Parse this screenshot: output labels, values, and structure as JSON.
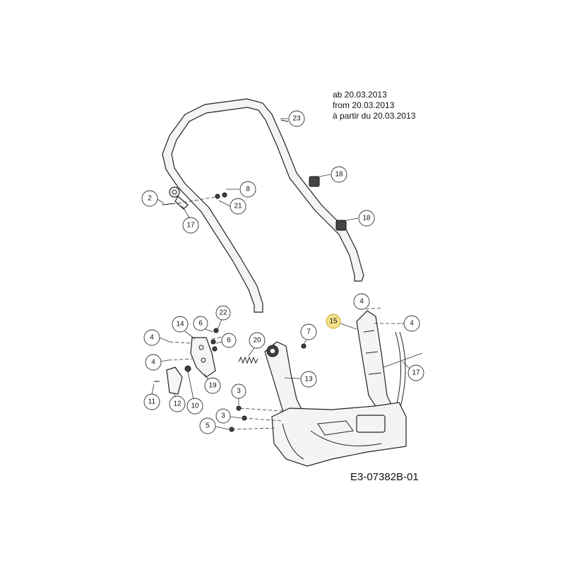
{
  "validity_note": {
    "line_de": "ab 20.03.2013",
    "line_en": "from 20.03.2013",
    "line_fr": "à partir du 20.03.2013"
  },
  "drawing_code": "E3-07382B-01",
  "highlight_color": "#f4e08a",
  "callouts": [
    {
      "label": "23"
    },
    {
      "label": "18"
    },
    {
      "label": "18"
    },
    {
      "label": "2"
    },
    {
      "label": "8"
    },
    {
      "label": "21"
    },
    {
      "label": "17"
    },
    {
      "label": "4"
    },
    {
      "label": "15",
      "highlighted": true
    },
    {
      "label": "4"
    },
    {
      "label": "17"
    },
    {
      "label": "14"
    },
    {
      "label": "6"
    },
    {
      "label": "22"
    },
    {
      "label": "6"
    },
    {
      "label": "4"
    },
    {
      "label": "4"
    },
    {
      "label": "20"
    },
    {
      "label": "7"
    },
    {
      "label": "13"
    },
    {
      "label": "19"
    },
    {
      "label": "11"
    },
    {
      "label": "12"
    },
    {
      "label": "10"
    },
    {
      "label": "3"
    },
    {
      "label": "3"
    },
    {
      "label": "5"
    }
  ]
}
